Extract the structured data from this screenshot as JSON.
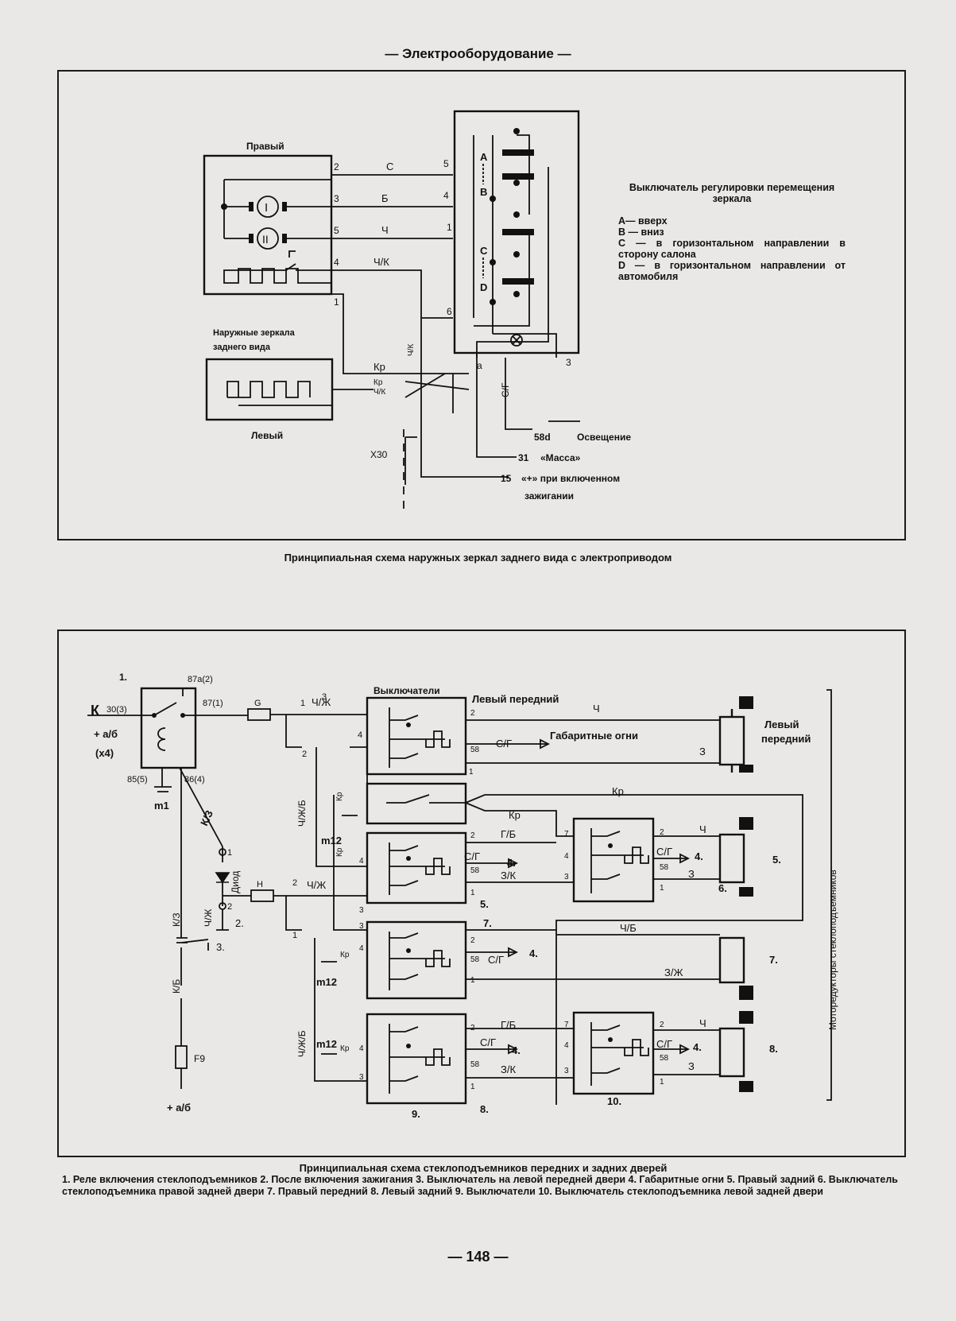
{
  "page_header": "— Электрооборудование —",
  "page_number": "— 148 —",
  "mirror": {
    "caption": "Принципиальная схема наружных зеркал заднего вида с электроприводом",
    "right_label": "Правый",
    "left_label": "Левый",
    "outer_mirrors_label": [
      "Наружные зеркала",
      "заднего вида"
    ],
    "motor_1": "I",
    "motor_2": "II",
    "wire_s": "С",
    "wire_b": "Б",
    "wire_ch": "Ч",
    "wire_chk": "Ч/К",
    "wire_kr": "Кр",
    "wire_sg": "С/Г",
    "pin_2": "2",
    "pin_3": "3",
    "pin_5": "5",
    "pin_4": "4",
    "pin_1": "1",
    "pin_6": "6",
    "pin_a": "a",
    "x30": "X30",
    "t58d": "58d",
    "t58d_label": "Освещение",
    "t31": "31",
    "t31_label": "«Масса»",
    "t15": "15",
    "t15_label_1": "«+» при включенном",
    "t15_label_2": "зажигании",
    "sw_a": "A",
    "sw_b": "B",
    "sw_c": "C",
    "sw_d": "D",
    "legend_title": "Выключатель регулировки перемещения зеркала",
    "legend_items": [
      "A— вверх",
      "B — вниз",
      "C — в горизонтальном направлении в сторону салона",
      "D — в горизонтальном направлении от автомобиля"
    ]
  },
  "window": {
    "caption_title": "Принципиальная схема стеклоподъемников передних и задних дверей",
    "caption_text": "1. Реле включения стеклоподъемников 2. После включения зажигания 3. Выключатель на левой передней двери 4. Габаритные огни 5. Правый задний 6. Выключатель стеклоподъемника правой задней двери 7. Правый передний 8. Левый задний 9. Выключатели 10. Выключатель стеклоподъемника левой задней двери",
    "relay_label": "1.",
    "k": "К",
    "t30": "30(3)",
    "t87a": "87a(2)",
    "t87": "87(1)",
    "t85": "85(5)",
    "t86": "86(4)",
    "plus_ab": "+ а/б",
    "x4": "(x4)",
    "m1": "m1",
    "m12": "m12",
    "kz": "К/З",
    "kb": "К/Б",
    "chzh": "Ч/Ж",
    "chzhb": "Ч/Ж/Б",
    "diode": "Диод",
    "f9": "F9",
    "plus_ab_bottom": "+ а/б",
    "conn_g": "G",
    "conn_h": "H",
    "switches_label": "Выключатели",
    "left_front_label": "Левый передний",
    "left_front_motor": [
      "Левый",
      "передний"
    ],
    "parking_lights": "Габаритные огни",
    "motor_reducers": "Моторедукторы стеклоподъемников",
    "w_ch": "Ч",
    "w_z": "З",
    "w_sg": "С/Г",
    "w_kr": "Кр",
    "w_gb": "Г/Б",
    "w_zk": "З/К",
    "w_chb": "Ч/Б",
    "w_zzh": "З/Ж",
    "t58": "58",
    "n1": "1",
    "n2": "2",
    "n3": "3",
    "n4": "4",
    "n7": "7",
    "l2": "2.",
    "l3": "3.",
    "l4": "4.",
    "l5": "5.",
    "l6": "6.",
    "l7": "7.",
    "l8": "8.",
    "l9": "9.",
    "l10": "10."
  }
}
